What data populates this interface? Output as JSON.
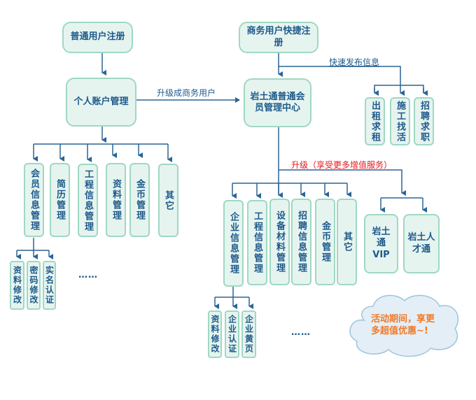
{
  "nodes": {
    "normal_register": "普通用户注册",
    "business_register": "商务用户快捷注册",
    "personal_account": "个人账户管理",
    "member_center": "岩土通普通会员管理中心",
    "rent": "出租求租",
    "construction": "施工找活",
    "recruit": "招聘求职",
    "left_row": [
      "会员信息管理",
      "简历管理",
      "工程信息管理",
      "资料管理",
      "金币管理",
      "其它"
    ],
    "left_sub": [
      "资料修改",
      "密码修改",
      "实名认证"
    ],
    "right_row": [
      "企业信息管理",
      "工程信息管理",
      "设备材料管理",
      "招聘信息管理",
      "金币管理",
      "其它"
    ],
    "right_sub": [
      "资料修改",
      "企业认证",
      "企业黄页"
    ],
    "vip": "岩土通VIP",
    "talent": "岩土人才通"
  },
  "labels": {
    "upgrade_business": "升级成商务用户",
    "quick_publish": "快速发布信息",
    "upgrade_service": "升级（享受更多增值服务）",
    "ellipsis_left": "……",
    "ellipsis_right": "……"
  },
  "promo": {
    "line1": "活动期间，享更",
    "line2": "多超值优惠~!"
  },
  "colors": {
    "line": "#2a6496",
    "node_fill": "#e6f4ef",
    "node_border": "#9fd8c3",
    "node_text": "#1e5a8c",
    "upgrade_text": "#e8141e",
    "promo_text": "#f07a28",
    "cloud_fill": "#e4eef6",
    "cloud_border": "#9cc4dc"
  }
}
